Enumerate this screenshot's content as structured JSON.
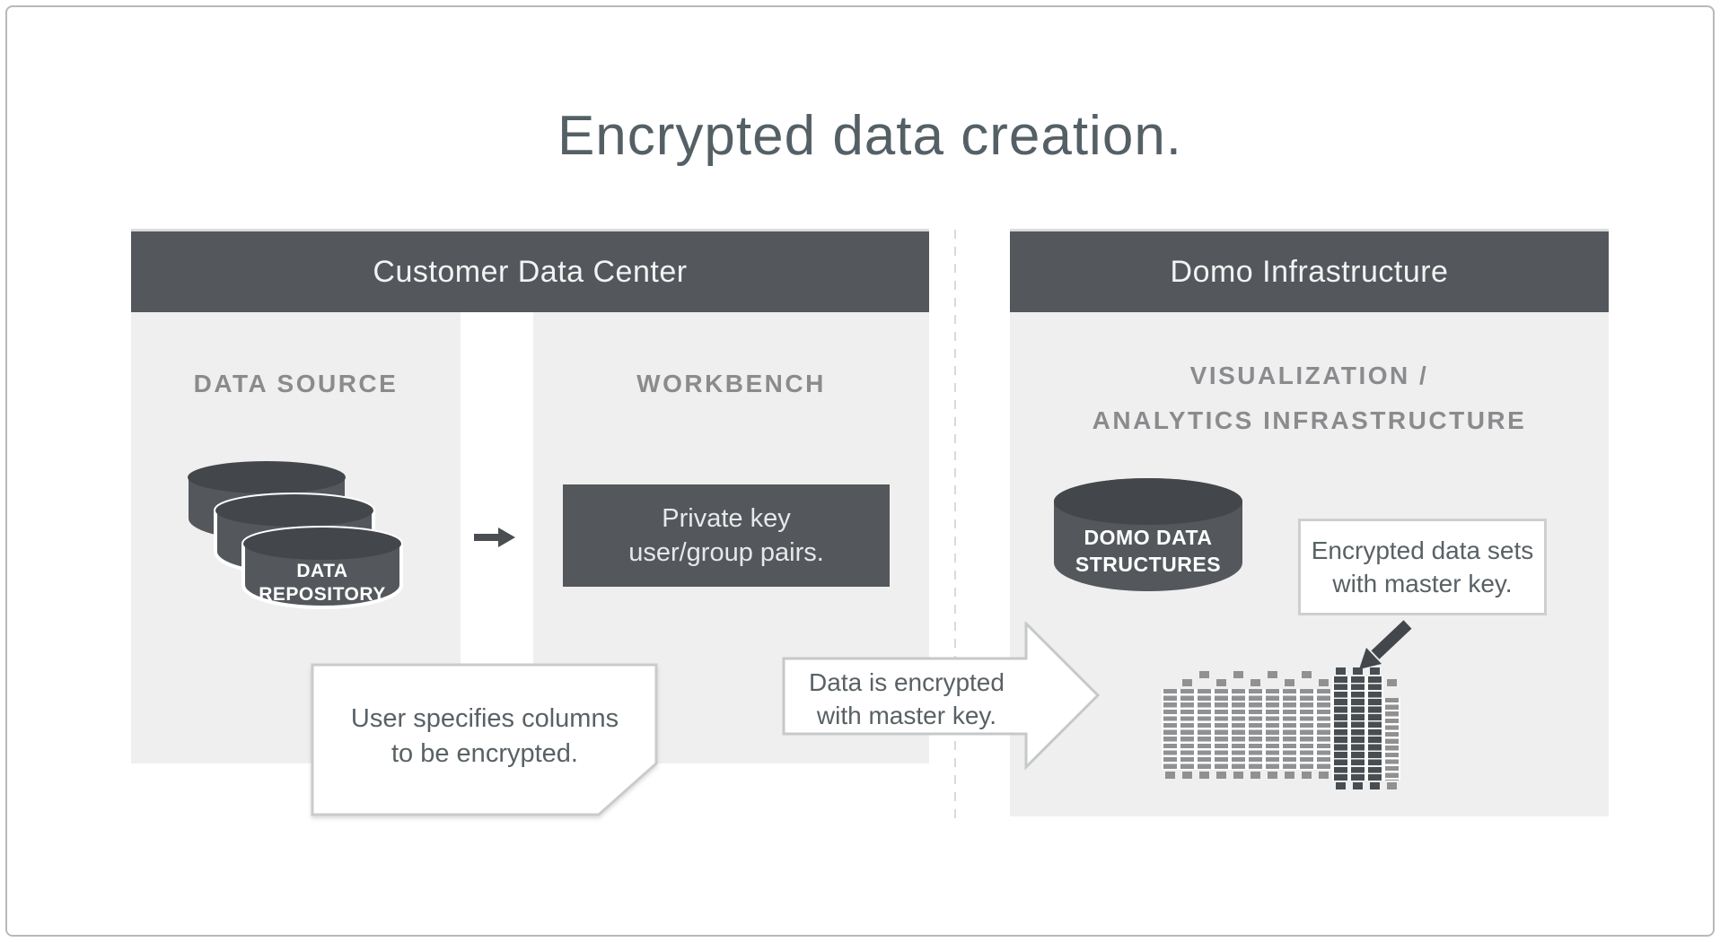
{
  "page_title": "Encrypted data creation.",
  "customer_section": {
    "header": "Customer Data Center",
    "data_source": {
      "label": "DATA SOURCE",
      "repository": {
        "line1": "DATA",
        "line2": "REPOSITORY"
      }
    },
    "workbench": {
      "label": "WORKBENCH",
      "private_key_box": {
        "line1": "Private key",
        "line2": "user/group pairs."
      }
    },
    "user_note": {
      "line1": "User specifies columns",
      "line2": "to be encrypted."
    }
  },
  "flow": {
    "transfer_note": {
      "line1": "Data is encrypted",
      "line2": "with master key."
    }
  },
  "domo_section": {
    "header": "Domo Infrastructure",
    "label": {
      "line1": "VISUALIZATION /",
      "line2": "ANALYTICS INFRASTRUCTURE"
    },
    "data_structures": {
      "line1": "DOMO DATA",
      "line2": "STRUCTURES"
    },
    "callout": {
      "line1": "Encrypted data sets",
      "line2": "with master key."
    }
  },
  "icons": {
    "data_repository_icon": "stacked-database-cylinders",
    "domo_data_icon": "database-cylinder",
    "flow_arrow_icon": "small-right-arrow",
    "transfer_arrow_icon": "large-right-outline-arrow",
    "key_arrow_icon": "diagonal-down-left-arrow",
    "encrypted_table_icon": "encrypted-data-grid"
  },
  "colors": {
    "dark": "#54585c",
    "dark_lid": "#43474b",
    "panel": "#efeff0",
    "title_text": "#556066",
    "label_gray": "#8a8b8d",
    "body_text": "#596165",
    "border_gray": "#c9cbcc",
    "grid_light": "#8f9193",
    "grid_dark": "#484d52"
  },
  "encrypted_grid": {
    "columns": 14,
    "rows": 12,
    "highlight_columns": [
      10,
      11,
      12
    ]
  }
}
